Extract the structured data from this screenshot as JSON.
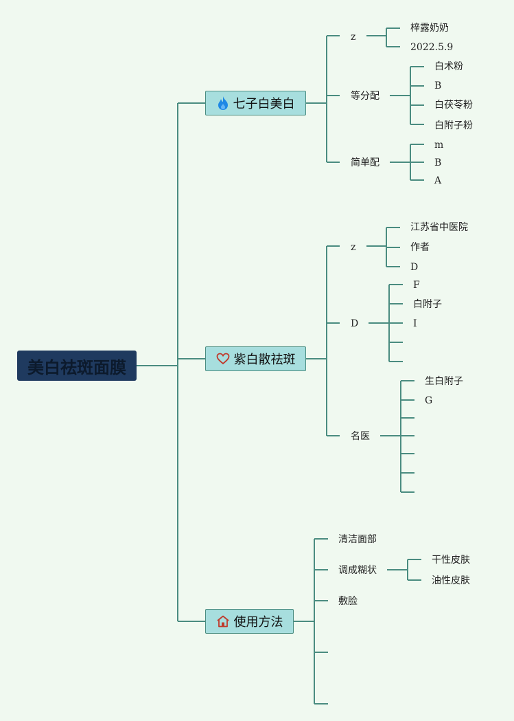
{
  "root": {
    "label": "美白祛斑面膜"
  },
  "branches": [
    {
      "label": "七子白美白",
      "icon": "fire-icon",
      "children": [
        {
          "label": "z",
          "children": [
            "梓露奶奶",
            "2022.5.9"
          ]
        },
        {
          "label": "等分配",
          "children": [
            "白术粉",
            "B",
            "白茯苓粉",
            "白附子粉"
          ]
        },
        {
          "label": "简单配",
          "children": [
            "m",
            "B",
            "A"
          ]
        }
      ]
    },
    {
      "label": "紫白散祛斑",
      "icon": "heart-icon",
      "children": [
        {
          "label": "z",
          "children": [
            "江苏省中医院",
            "作者",
            "D"
          ]
        },
        {
          "label": "D",
          "children": [
            "F",
            "白附子",
            "I",
            "",
            ""
          ]
        },
        {
          "label": "名医",
          "children": [
            "生白附子",
            "G",
            "",
            "",
            "",
            "",
            ""
          ]
        }
      ]
    },
    {
      "label": "使用方法",
      "icon": "home-icon",
      "children": [
        {
          "label": "清洁面部",
          "children": []
        },
        {
          "label": "调成糊状",
          "children": [
            "干性皮肤",
            "油性皮肤"
          ]
        },
        {
          "label": "敷脸",
          "children": []
        },
        {
          "label": "",
          "children": []
        },
        {
          "label": "",
          "children": []
        }
      ]
    }
  ],
  "colors": {
    "background": "#f0f9f0",
    "line": "#4a8c80",
    "root_fill": "#1f3a5f",
    "branch_fill": "#a7dede",
    "fire_icon": "#1e88e5",
    "heart_icon": "#c0392b",
    "home_icon": "#c0392b"
  }
}
